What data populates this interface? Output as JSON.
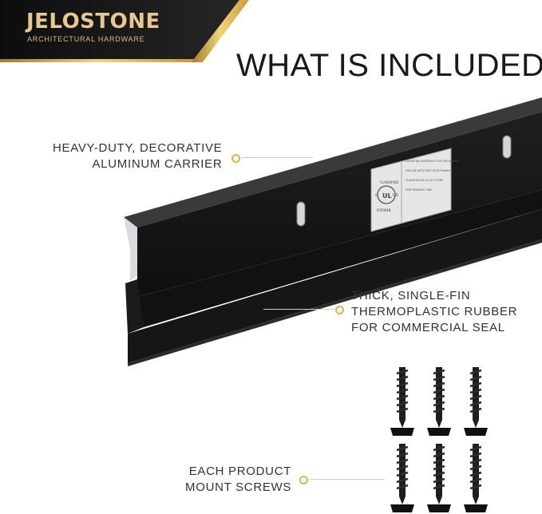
{
  "brand": {
    "name": "JELOSTONE",
    "tagline": "ARCHITECTURAL HARDWARE"
  },
  "headline": "WHAT IS INCLUDED",
  "callouts": {
    "carrier": {
      "line1": "HEAVY-DUTY, DECORATIVE",
      "line2": "ALUMINUM CARRIER"
    },
    "rubber": {
      "line1": "THICK, SINGLE-FIN",
      "line2": "THERMOPLASTIC RUBBER",
      "line3": "FOR COMMERCIAL SEAL"
    },
    "screws": {
      "line1": "EACH PRODUCT",
      "line2": "MOUNT SCREWS"
    }
  },
  "label_sticker": {
    "mark_top": "CLASSIFIED",
    "mark_center": "UL",
    "mark_left": "c",
    "mark_right": "US",
    "mark_id": "R35848",
    "lines": [
      "GASKETING MATERIALS FOR FIRE DOORS",
      "FOR USE WITH FIRE DOOR FRAMES",
      "CLASSIFIED BY UL AS TO FIRE",
      "PERFORMANCE ONLY"
    ]
  },
  "colors": {
    "brand_black": "#111111",
    "brand_gold": "#e0b43c",
    "product_black": "#1b1b1b",
    "aluminum": "#d9dcdf",
    "text": "#333333"
  }
}
